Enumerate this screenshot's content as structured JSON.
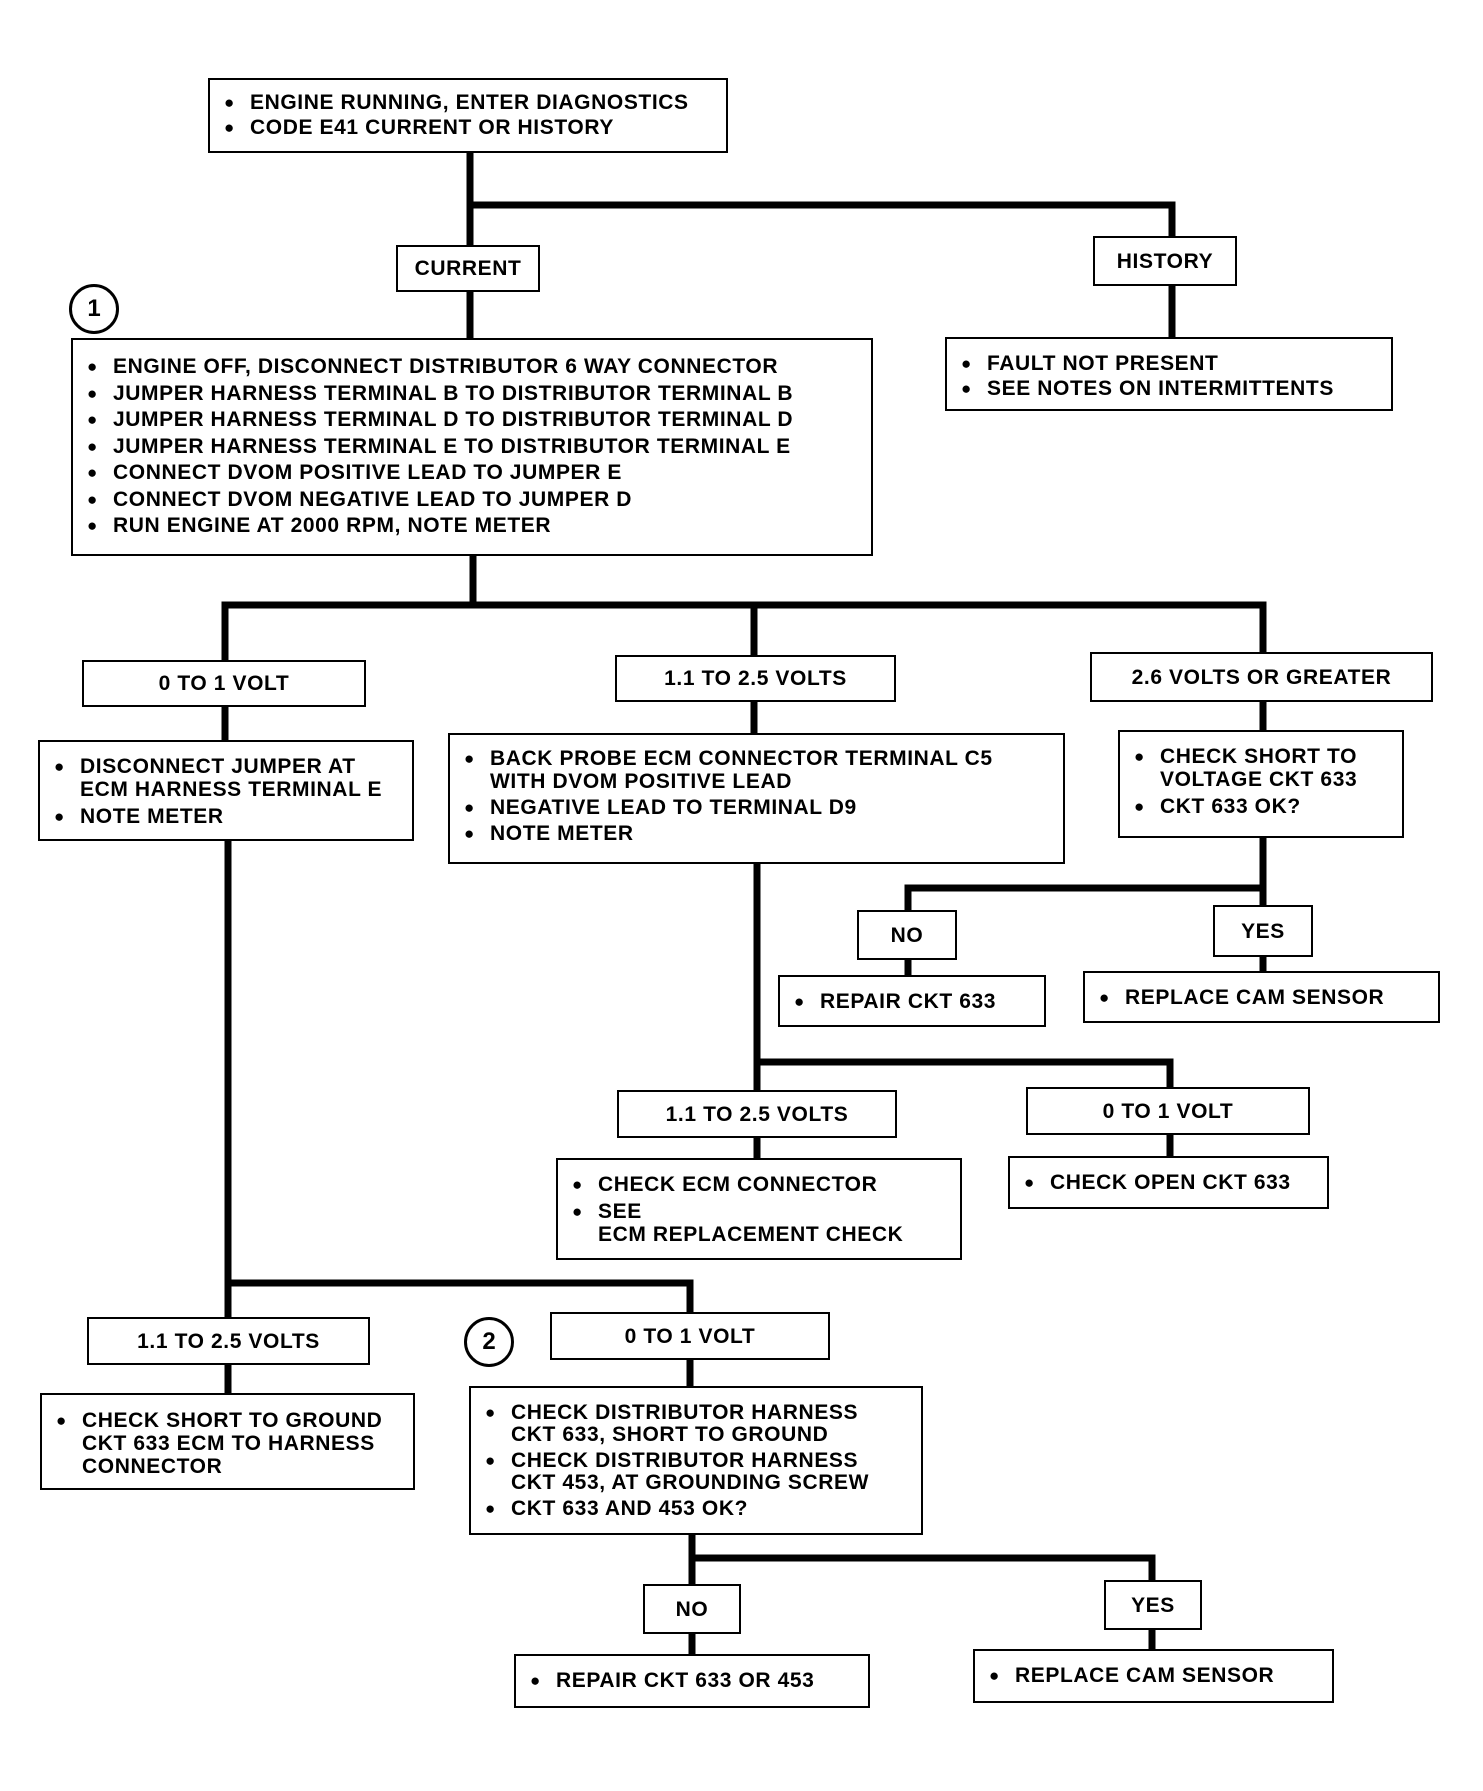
{
  "diagram": {
    "start": {
      "items": [
        "ENGINE RUNNING, ENTER DIAGNOSTICS",
        "CODE E41 CURRENT OR HISTORY"
      ]
    },
    "current_label": "CURRENT",
    "history_label": "HISTORY",
    "history_result": {
      "items": [
        "FAULT NOT PRESENT",
        "SEE NOTES ON INTERMITTENTS"
      ]
    },
    "step1_marker": "1",
    "step1": {
      "items": [
        "ENGINE OFF, DISCONNECT DISTRIBUTOR 6 WAY CONNECTOR",
        "JUMPER HARNESS TERMINAL B TO DISTRIBUTOR TERMINAL B",
        "JUMPER HARNESS TERMINAL D TO DISTRIBUTOR TERMINAL D",
        "JUMPER HARNESS TERMINAL E TO DISTRIBUTOR TERMINAL E",
        "CONNECT DVOM POSITIVE LEAD TO JUMPER E",
        "CONNECT DVOM NEGATIVE LEAD TO  JUMPER D",
        "RUN ENGINE AT 2000 RPM, NOTE METER"
      ]
    },
    "branch_low_label": "0 TO 1 VOLT",
    "branch_mid_label": "1.1 TO 2.5 VOLTS",
    "branch_high_label": "2.6 VOLTS OR GREATER",
    "low_step": {
      "items": [
        "DISCONNECT JUMPER AT\nECM HARNESS TERMINAL E",
        "NOTE METER"
      ]
    },
    "mid_step": {
      "items": [
        "BACK PROBE ECM CONNECTOR TERMINAL C5\nWITH DVOM POSITIVE LEAD",
        "NEGATIVE LEAD TO TERMINAL D9",
        "NOTE METER"
      ]
    },
    "high_step": {
      "items": [
        "CHECK SHORT TO\nVOLTAGE CKT 633",
        "CKT 633 OK?"
      ]
    },
    "high_no_label": "NO",
    "high_yes_label": "YES",
    "high_no_result": {
      "items": [
        "REPAIR CKT 633"
      ]
    },
    "high_yes_result": {
      "items": [
        "REPLACE CAM SENSOR"
      ]
    },
    "mid_sub_mid_label": "1.1 TO 2.5 VOLTS",
    "mid_sub_low_label": "0 TO 1 VOLT",
    "mid_sub_mid_result": {
      "items": [
        "CHECK ECM CONNECTOR",
        "SEE\nECM REPLACEMENT CHECK"
      ]
    },
    "mid_sub_low_result": {
      "items": [
        "CHECK OPEN CKT 633"
      ]
    },
    "low_sub_mid_label": "1.1 TO 2.5 VOLTS",
    "low_sub_mid_result": {
      "items": [
        "CHECK SHORT TO GROUND\nCKT 633 ECM TO HARNESS\nCONNECTOR"
      ]
    },
    "step2_marker": "2",
    "low_sub_low_label": "0 TO 1 VOLT",
    "step2": {
      "items": [
        "CHECK DISTRIBUTOR HARNESS\nCKT 633, SHORT TO GROUND",
        "CHECK DISTRIBUTOR HARNESS\nCKT 453,  AT GROUNDING SCREW",
        "CKT 633 AND 453 OK?"
      ]
    },
    "step2_no_label": "NO",
    "step2_yes_label": "YES",
    "step2_no_result": {
      "items": [
        "REPAIR CKT 633 OR 453"
      ]
    },
    "step2_yes_result": {
      "items": [
        "REPLACE CAM SENSOR"
      ]
    }
  }
}
